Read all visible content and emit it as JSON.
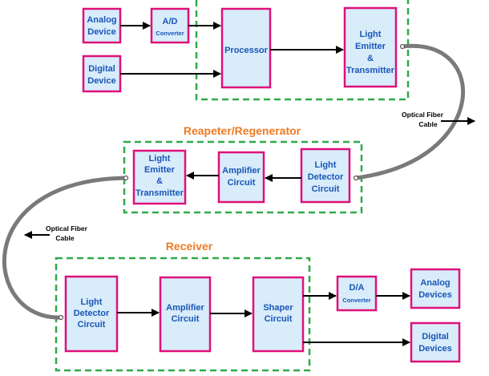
{
  "transmitter": {
    "analog_device": [
      "Analog",
      "Device"
    ],
    "ad_converter": [
      "A/D",
      "Converter"
    ],
    "digital_device": [
      "Digital",
      "Device"
    ],
    "processor": [
      "Processor"
    ],
    "emitter": [
      "Light",
      "Emitter",
      "&",
      "Transmitter"
    ]
  },
  "repeater": {
    "title": "Reapeter/Regenerator",
    "detector": [
      "Light",
      "Detector",
      "Circuit"
    ],
    "amplifier": [
      "Amplifier",
      "Circuit"
    ],
    "emitter": [
      "Light",
      "Emitter",
      "&",
      "Transmitter"
    ]
  },
  "receiver": {
    "title": "Receiver",
    "detector": [
      "Light",
      "Detector",
      "Circuit"
    ],
    "amplifier": [
      "Amplifier",
      "Circuit"
    ],
    "shaper": [
      "Shaper",
      "Circuit"
    ],
    "da_converter": [
      "D/A",
      "Converter"
    ],
    "analog_devices": [
      "Analog",
      "Devices"
    ],
    "digital_devices": [
      "Digital",
      "Devices"
    ]
  },
  "fiber_label_1": [
    "Optical Fiber",
    "Cable"
  ],
  "fiber_label_2": [
    "Optical Fiber",
    "Cable"
  ]
}
